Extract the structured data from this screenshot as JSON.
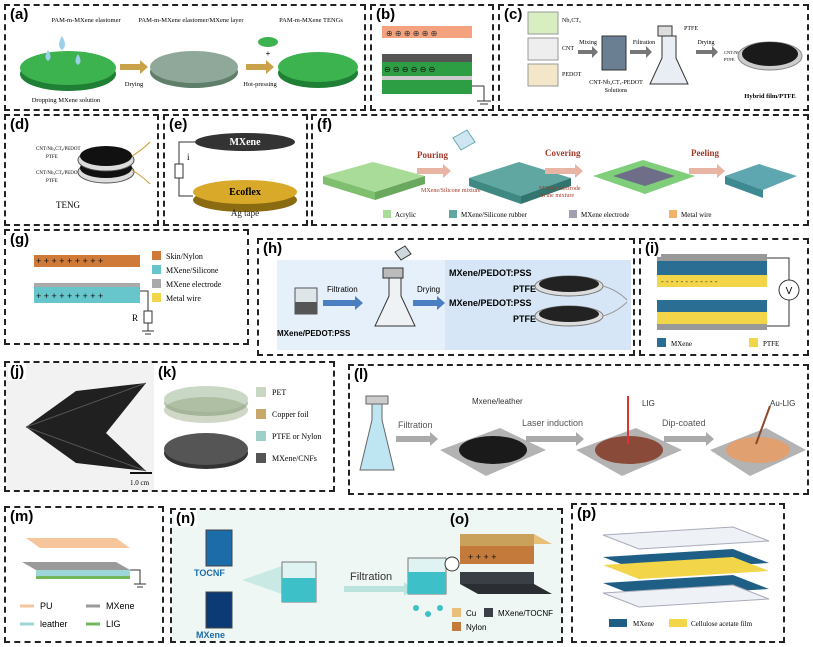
{
  "panels": {
    "a": {
      "label": "(a)",
      "step1": "PAM-m-MXene elastomer",
      "step2": "PAM-m-MXene elastomer/MXene layer",
      "step3": "PAM-m-MXene TENGs",
      "drop": "Dropping MXene solution",
      "arrow1": "Drying",
      "arrow2": "Hot-pressing",
      "plus": "+"
    },
    "b": {
      "label": "(b)"
    },
    "c": {
      "label": "(c)",
      "m1": "Nb₂CTₓ",
      "m2": "CNT",
      "m3": "PEDOT",
      "s1": "Mixing",
      "s2": "Filtration",
      "s3": "Drying",
      "ptfe": "PTFE",
      "sol1": "CNT-Nb₂CTₓ-PEDOT",
      "sol2": "Solutions",
      "film": "CNT/Nb₂CTₓ/PEDOT",
      "film_ptfe": "PTFE",
      "result": "Hybrid film/PTFE"
    },
    "d": {
      "label": "(d)",
      "l1": "CNT/Nb₂CTₓ/PEDOT",
      "l2": "PTFE",
      "l3": "CNT/Nb₂CTₓ/PEDOT",
      "l4": "PTFE",
      "name": "TENG"
    },
    "e": {
      "label": "(e)",
      "top": "MXene",
      "bottom": "Ecoflex",
      "tape": "Ag tape",
      "current": "i"
    },
    "f": {
      "label": "(f)",
      "s1": "Pouring",
      "s2": "Covering",
      "s3": "Peeling",
      "c1": "MXene/Silicone mixture",
      "c2a": "MXene electrode",
      "c2b": "on the mixture",
      "legend": [
        "Acrylic",
        "MXene/Silicone rubber",
        "MXene electrode",
        "Metal wire"
      ]
    },
    "g": {
      "label": "(g)",
      "legend": [
        "Skin/Nylon",
        "MXene/Silicone",
        "MXene electrode",
        "Metal wire"
      ],
      "r": "R",
      "top_charges": "+ + + + + + + + +",
      "bottom_charges": "+ + + + + + + + +"
    },
    "h": {
      "label": "(h)",
      "sol": "MXene/PEDOT:PSS",
      "filt": "Filtration",
      "dry": "Drying",
      "t1": "MXene/PEDOT:PSS",
      "t2": "PTFE",
      "t3": "MXene/PEDOT:PSS",
      "t4": "PTFE"
    },
    "i": {
      "label": "(i)",
      "v": "V",
      "l1": "MXene",
      "l2": "PTFE"
    },
    "j": {
      "label": "(j)",
      "scale": "1.0 cm"
    },
    "k": {
      "label": "(k)",
      "legend": [
        "PET",
        "Copper foil",
        "PTFE or Nylon",
        "MXene/CNFs"
      ]
    },
    "l": {
      "label": "(l)",
      "s1": "Filtration",
      "s2": "Laser induction",
      "s3": "Dip-coated",
      "t1": "Mxene/leather",
      "t2": "LIG",
      "t3": "Au-LIG"
    },
    "m": {
      "label": "(m)",
      "legend": [
        "PU",
        "MXene",
        "leather",
        "LIG"
      ]
    },
    "n": {
      "label": "(n)",
      "tocnf": "TOCNF",
      "mxene": "MXene",
      "filt": "Filtration"
    },
    "o": {
      "label": "(o)",
      "legend": [
        "Cu",
        "MXene/TOCNF",
        "Nylon"
      ]
    },
    "p": {
      "label": "(p)",
      "legend": [
        "MXene",
        "Cellulose acetate film"
      ]
    }
  },
  "colors": {
    "mxene_green": "#2e9e44",
    "copper": "#d4854a",
    "mxene_teal": "#3f8fa6",
    "ptfe_yellow": "#f2d548",
    "dark": "#2b2b2b"
  }
}
